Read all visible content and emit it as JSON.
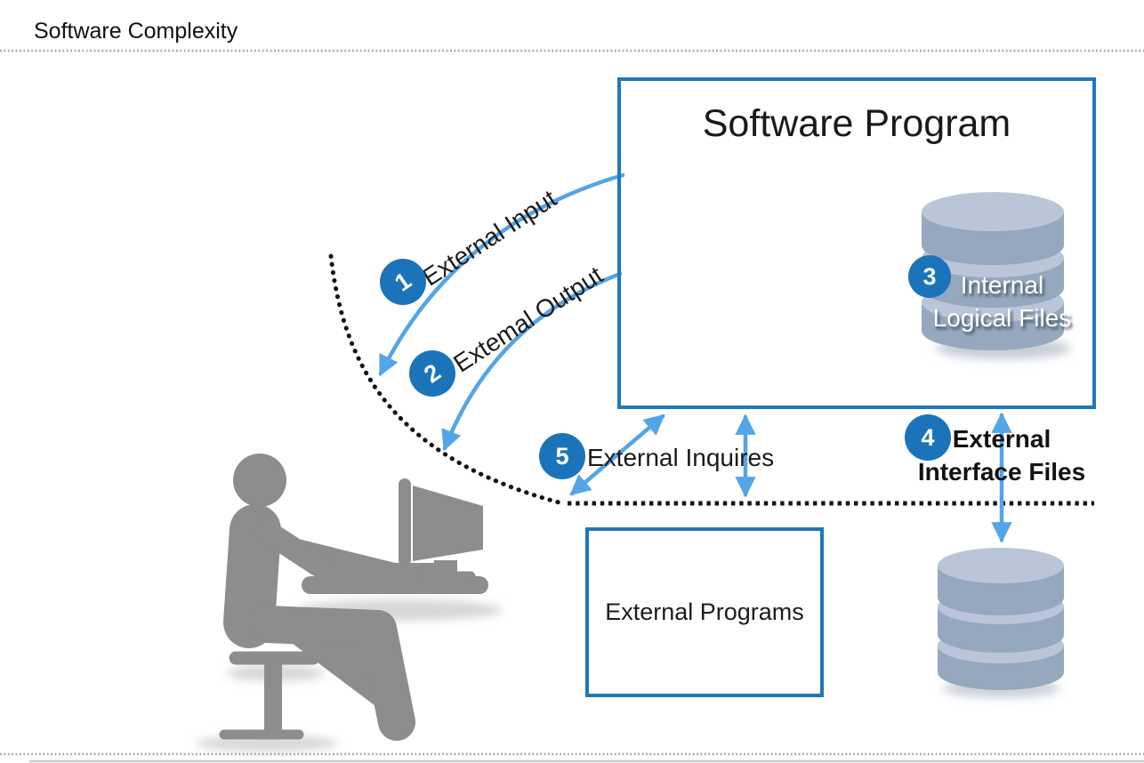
{
  "header": {
    "title": "Software Complexity"
  },
  "boxes": {
    "software_program": {
      "title": "Software Program"
    },
    "external_programs": {
      "label": "External Programs"
    }
  },
  "annotations": {
    "external_input": {
      "badge": "1",
      "label": "External Input"
    },
    "external_output": {
      "badge": "2",
      "label": "Extemal Output"
    },
    "internal_logical_files": {
      "badge": "3",
      "line1": "Internal",
      "line2": "Logical Files"
    },
    "external_interface_files": {
      "badge": "4",
      "line1": "External",
      "line2": "Interface Files"
    },
    "external_inquires": {
      "badge": "5",
      "label": "External Inquires"
    }
  },
  "icons": {
    "internal_logical_files": "database-icon",
    "external_interface_store": "database-icon",
    "user": "person-at-computer-icon"
  },
  "colors": {
    "box_border_blue": "#1f78bc",
    "badge_blue": "#1b74ba",
    "arrow_blue": "#54a4e8",
    "boundary_black": "#141414",
    "rule_dot_gray": "#a6a6a6",
    "rule_solid_gray": "#cccccc",
    "db_body": "#95a8be",
    "db_top": "#bac6d7",
    "person_gray": "#8d8d8d",
    "text_black": "#1a1a1a"
  }
}
